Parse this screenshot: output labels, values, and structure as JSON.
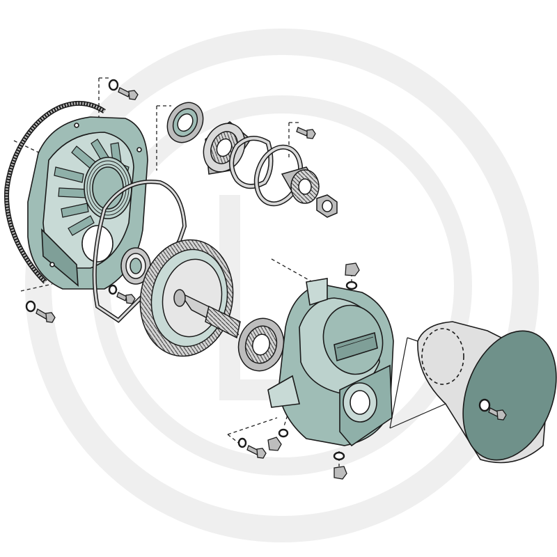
{
  "diagram": {
    "kind": "exploded-parts-view",
    "colors": {
      "part_fill": "#9fbdb6",
      "part_fill_dark": "#6f918a",
      "part_fill_light": "#c8dad6",
      "outline": "#1a1a1a",
      "metal_light": "#d9d9d9",
      "metal_mid": "#bdbdbd",
      "watermark": "#ececec",
      "background": "#ffffff"
    },
    "parts": [
      {
        "name": "ring-gear",
        "label": ""
      },
      {
        "name": "front-housing-cover",
        "label": ""
      },
      {
        "name": "gasket",
        "label": ""
      },
      {
        "name": "small-bearing",
        "label": ""
      },
      {
        "name": "shaft-seal",
        "label": ""
      },
      {
        "name": "tapered-roller-bearing",
        "label": ""
      },
      {
        "name": "wave-washer",
        "label": ""
      },
      {
        "name": "spacer-ring",
        "label": ""
      },
      {
        "name": "splined-hub",
        "label": ""
      },
      {
        "name": "nut",
        "label": ""
      },
      {
        "name": "large-gear-with-shaft",
        "label": ""
      },
      {
        "name": "shaft-bearing",
        "label": ""
      },
      {
        "name": "gearbox-housing",
        "label": ""
      },
      {
        "name": "bell-guard",
        "label": ""
      },
      {
        "name": "bolts-and-washers",
        "label": ""
      }
    ]
  }
}
